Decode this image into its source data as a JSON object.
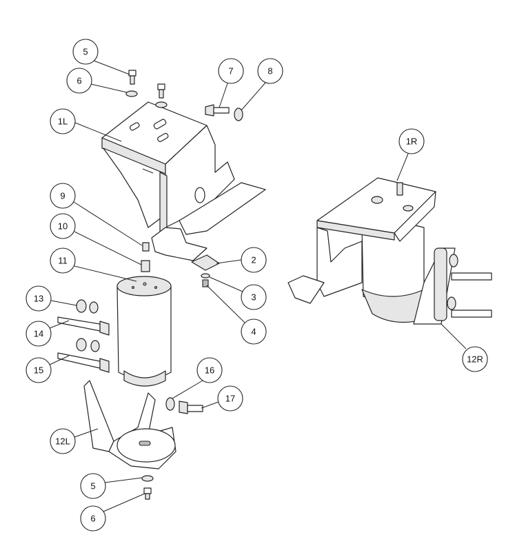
{
  "diagram": {
    "type": "exploded-parts-diagram",
    "callouts": {
      "c5_top": "5",
      "c6_top": "6",
      "c7": "7",
      "c8": "8",
      "c1L": "1L",
      "c1R": "1R",
      "c9": "9",
      "c10": "10",
      "c11": "11",
      "c2": "2",
      "c3": "3",
      "c4": "4",
      "c13": "13",
      "c14": "14",
      "c15": "15",
      "c16": "16",
      "c17": "17",
      "c12L": "12L",
      "c12R": "12R",
      "c5_bottom": "5",
      "c6_bottom": "6"
    }
  }
}
